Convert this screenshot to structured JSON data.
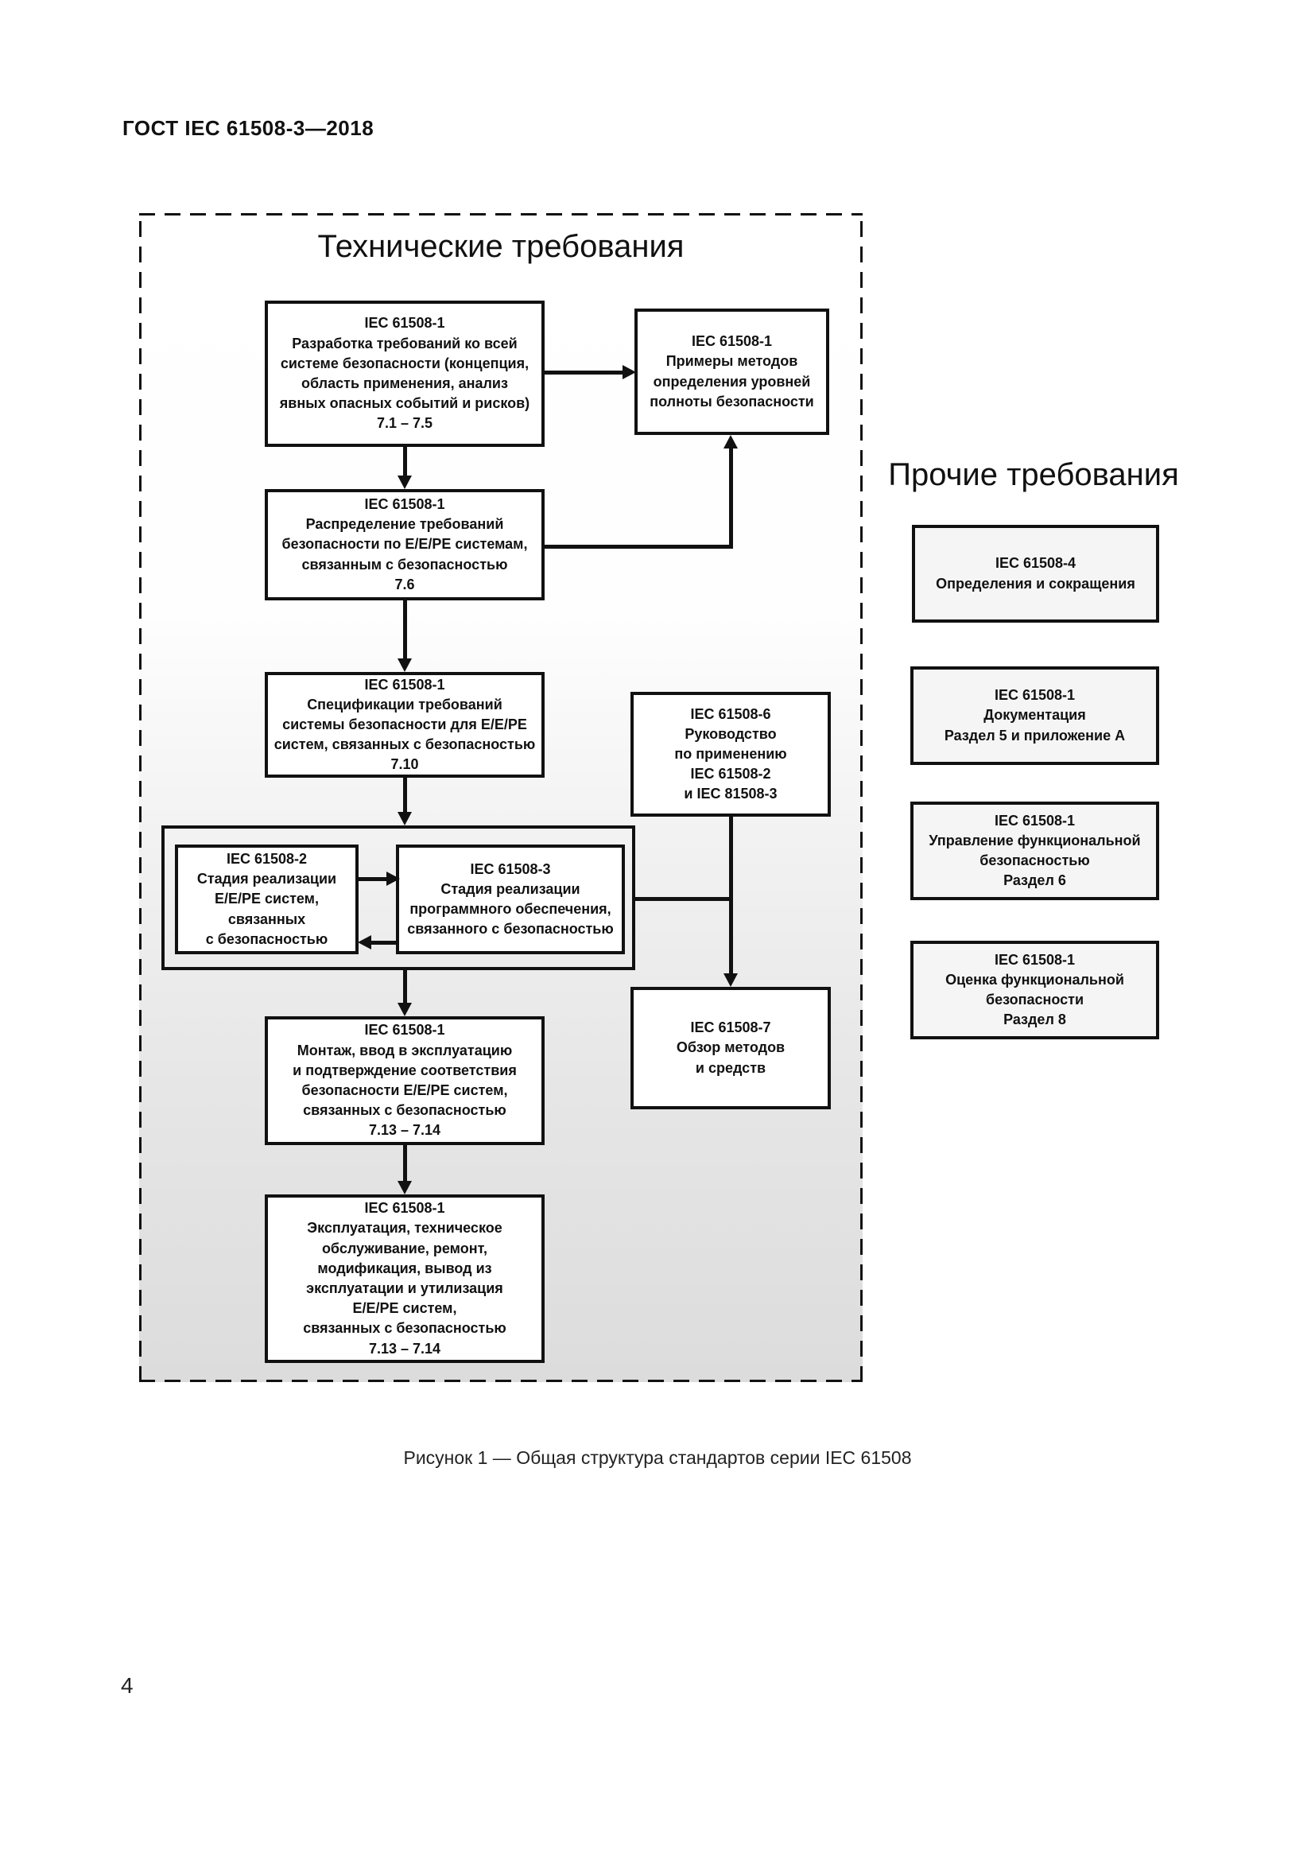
{
  "header": {
    "title": "ГОСТ IEC 61508-3—2018"
  },
  "figure": {
    "tech_title": "Технические требования",
    "other_title": "Прочие требования",
    "caption": "Рисунок 1 — Общая структура стандартов серии IEC 61508"
  },
  "boxes": {
    "development": "IEC 61508-1\nРазработка требований ко всей\nсистеме безопасности (концепция,\nобласть применения, анализ\nявных опасных событий и рисков)\n7.1 – 7.5",
    "sil_methods": "IEC 61508-1\nПримеры методов\nопределения уровней\nполноты безопасности",
    "allocation": "IEC 61508-1\nРаспределение требований\nбезопасности по E/E/PE системам,\nсвязанным с безопасностью\n7.6",
    "specification": "IEC 61508-1\nСпецификации требований\nсистемы безопасности для E/E/PE\nсистем, связанных с безопасностью\n7.10",
    "guidelines": "IEC 61508-6\nРуководство\nпо применению\nIEC 61508-2\nи IEC 81508-3",
    "realisation_hw": "IEC 61508-2\nСтадия реализации\nE/E/PE систем,\nсвязанных\nс безопасностью",
    "realisation_sw": "IEC 61508-3\nСтадия реализации\nпрограммного обеспечения,\nсвязанного с безопасностью",
    "techniques": "IEC 61508-7\nОбзор методов\nи средств",
    "installation": "IEC 61508-1\nМонтаж, ввод в эксплуатацию\nи подтверждение соответствия\nбезопасности E/E/PE систем,\nсвязанных с безопасностью\n7.13 – 7.14",
    "operation": "IEC 61508-1\nЭксплуатация, техническое\nобслуживание, ремонт,\nмодификация, вывод из\nэксплуатации и утилизация\nE/E/PE систем,\nсвязанных с безопасностью\n7.13 – 7.14",
    "definitions": "IEC 61508-4\nОпределения и сокращения",
    "documentation": "IEC 61508-1\nДокументация\nРаздел 5 и приложение А",
    "management": "IEC 61508-1\nУправление функциональной\nбезопасностью\nРаздел 6",
    "assessment": "IEC 61508-1\nОценка функциональной\nбезопасности\nРаздел 8"
  },
  "footer": {
    "page_number": "4"
  },
  "colors": {
    "line": "#111111",
    "box_fill": "#ffffff",
    "side_box_fill": "#f5f5f5"
  }
}
